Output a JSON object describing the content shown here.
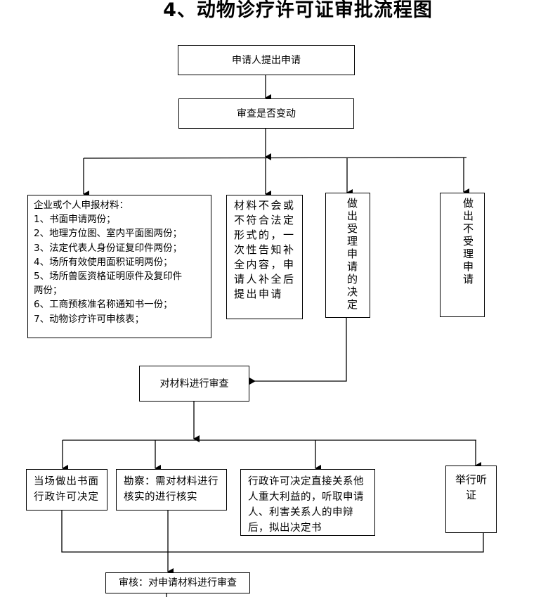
{
  "title": "4、动物诊疗许可证审批流程图",
  "nodes": {
    "apply": "申请人提出申请",
    "check_change": "审查是否变动",
    "materials": {
      "heading": "企业或个人申报材料：",
      "items": [
        "1、书面申请两份；",
        "2、地理方位图、室内平面图两份；",
        "3、法定代表人身份证复印件两份；",
        "4、场所有效使用面积证明两份；",
        "5、场所兽医资格证明原件及复印件",
        "两份；",
        "6、工商预核准名称通知书一份；",
        "7、动物诊疗许可申核表；"
      ]
    },
    "incomplete": "材料不会或不符合法定形式的，一次性告知补全内容，申请人补全后提出申请",
    "accept": "做出受理申请的决定",
    "reject": "做出不受理申请",
    "review_materials": "对材料进行审查",
    "onsite_decision": "当场做出书面行政许可决定",
    "inspection": "勘察：需对材料进行核实的进行核实",
    "hearing_rights": "行政许可决定直接关系他人重大利益的，听取申请人、利害关系人的申辩后，拟出决定书",
    "hold_hearing": "举行听证",
    "audit": "审核：对申请材料进行审查"
  }
}
